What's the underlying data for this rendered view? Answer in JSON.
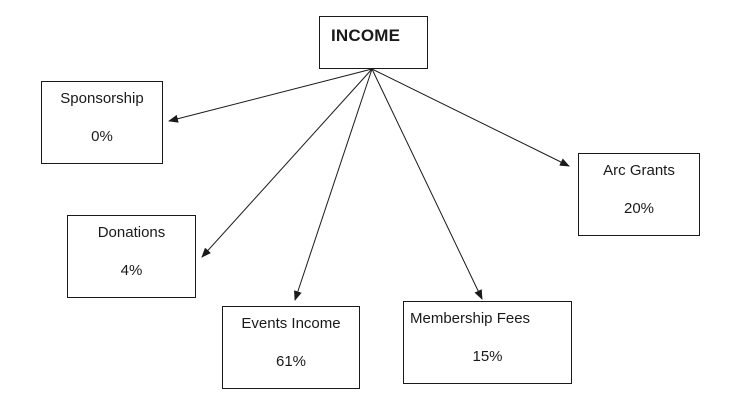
{
  "root": {
    "label": "INCOME"
  },
  "categories": [
    {
      "label": "Sponsorship",
      "value": "0%"
    },
    {
      "label": "Donations",
      "value": "4%"
    },
    {
      "label": "Events Income",
      "value": "61%"
    },
    {
      "label": "Membership Fees",
      "value": "15%"
    },
    {
      "label": "Arc Grants",
      "value": "20%"
    }
  ],
  "colors": {
    "line": "#1a1a1a",
    "background": "#ffffff"
  }
}
